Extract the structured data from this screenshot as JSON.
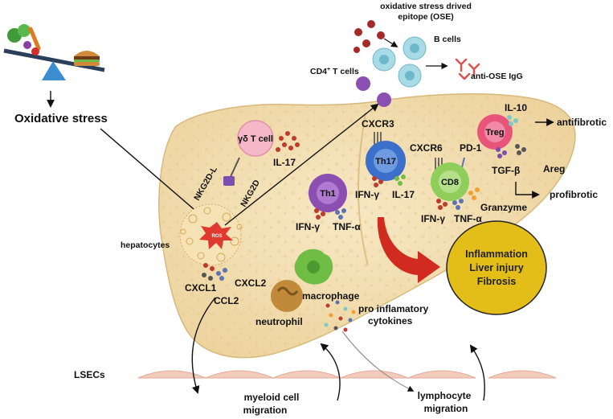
{
  "labels": {
    "oxidative_stress": "Oxidative stress",
    "ose_line1": "oxidative stress drived",
    "ose_line2": "epitope (OSE)",
    "b_cells": "B cells",
    "cd4_t_cells": "CD4",
    "cd4_sup": "+",
    "cd4_tail": " T cells",
    "anti_ose_igg": "anti-OSE IgG",
    "gd_t_cell": "γδ T cell",
    "il17_a": "IL-17",
    "nkg2d_l": "NKG2D-L",
    "nkg2d": "NKG2D",
    "cxcr3": "CXCR3",
    "th17": "Th17",
    "ifn_g_th17": "IFN-γ",
    "il17_b": "IL-17",
    "th1": "Th1",
    "ifn_g_th1": "IFN-γ",
    "tnf_a_th1": "TNF-α",
    "cxcr6": "CXCR6",
    "pd1": "PD-1",
    "cd8": "CD8",
    "granzyme": "Granzyme",
    "ifn_g_cd8": "IFN-γ",
    "tnf_a_cd8": "TNF-α",
    "treg": "Treg",
    "il10": "IL-10",
    "tgf_b": "TGF-β",
    "areg": "Areg",
    "antifibrotic": "antifibrotic",
    "profibrotic": "profibrotic",
    "ros": "ROS",
    "hepatocytes": "hepatocytes",
    "cxcl1": "CXCL1",
    "cxcl2": "CXCL2",
    "ccl2": "CCL2",
    "macrophage": "macrophage",
    "neutrophil": "neutrophil",
    "pro_inflam_1": "pro inflamatory",
    "pro_inflam_2": "cytokines",
    "lsecs": "LSECs",
    "myeloid_1": "myeloid cell",
    "myeloid_2": "migration",
    "lymph_1": "lymphocyte",
    "lymph_2": "migration"
  },
  "outcome": {
    "line1": "Inflammation",
    "line2": "Liver injury",
    "line3": "Fibrosis"
  },
  "colors": {
    "liver_fill": "#f2deb0",
    "liver_stroke": "#d8b87a",
    "outcome_fill": "#e3be18",
    "gd_cell": "#f4b8c8",
    "th1_cell": "#8a4fb0",
    "th17_cell": "#3b6fc9",
    "cd8_cell": "#8fce5b",
    "treg_cell": "#e8547a",
    "b_cell": "#a8dbe6",
    "cd4_cell": "#8a4fb0",
    "macrophage": "#6fbd45",
    "neutrophil": "#c08a3a",
    "red_arrow": "#d12a1e",
    "ose_dots": "#a52a2a",
    "igg": "#d9534f",
    "lsec": "#f3cbbd"
  },
  "icons": {
    "scale": "seesaw-scale-icon",
    "food_healthy": "vegetables-icon",
    "food_unhealthy": "burger-icon",
    "ros_star": "burst-star-icon",
    "receptor": "receptor-icon"
  }
}
